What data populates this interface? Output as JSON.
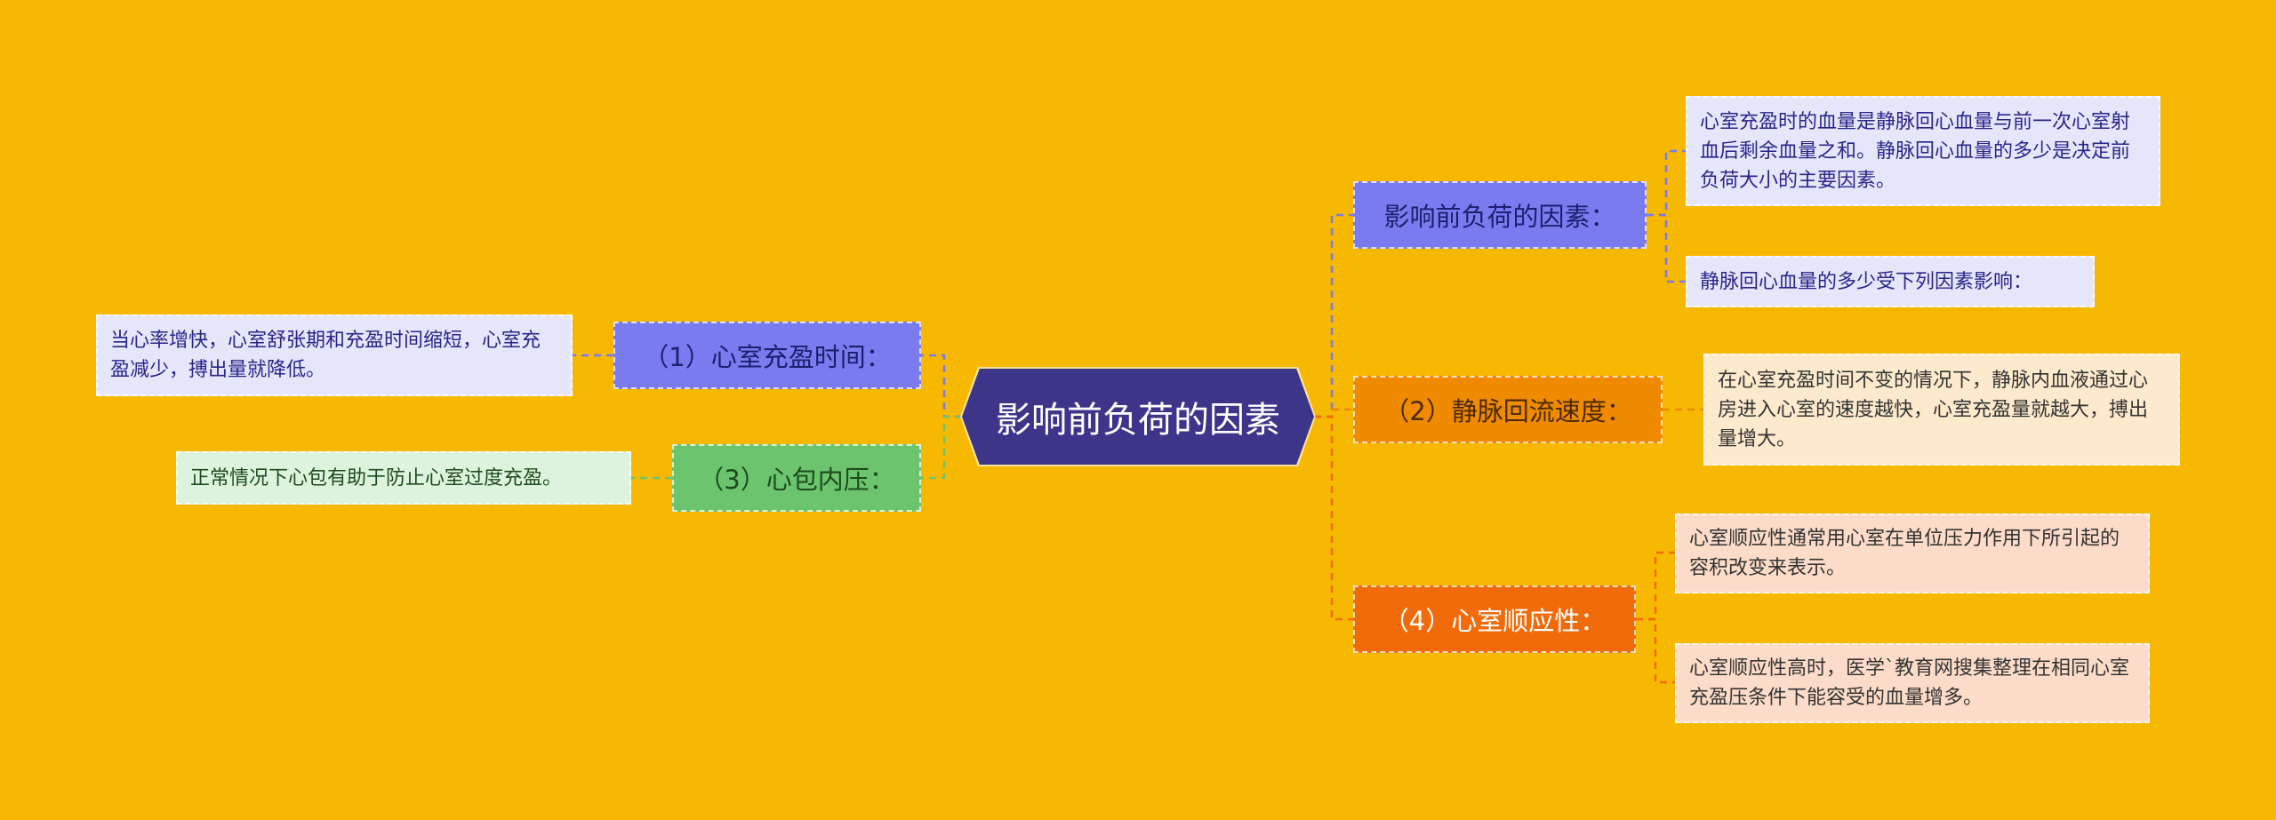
{
  "root": {
    "label": "影响前负荷的因素"
  },
  "branches": [
    {
      "label": "影响前负荷的因素：",
      "leaves": [
        "心室充盈时的血量是静脉回心血量与前一次心室射血后剩余血量之和。静脉回心血量的多少是决定前负荷大小的主要因素。",
        "静脉回心血量的多少受下列因素影响："
      ]
    },
    {
      "label": "（2）静脉回流速度：",
      "leaves": [
        "在心室充盈时间不变的情况下，静脉内血液通过心房进入心室的速度越快，心室充盈量就越大，搏出量增大。"
      ]
    },
    {
      "label": "（4）心室顺应性：",
      "leaves": [
        "心室顺应性通常用心室在单位压力作用下所引起的容积改变来表示。",
        "心室顺应性高时，医学`教育网搜集整理在相同心室充盈压条件下能容受的血量增多。"
      ]
    },
    {
      "label": "（1）心室充盈时间：",
      "leaves": [
        "当心率增快，心室舒张期和充盈时间缩短，心室充盈减少，搏出量就降低。"
      ]
    },
    {
      "label": "（3）心包内压：",
      "leaves": [
        "正常情况下心包有助于防止心室过度充盈。"
      ]
    }
  ],
  "colors": {
    "background": "#F6B800",
    "root": "#3D3589",
    "branch_periwinkle": "#7B7BF0",
    "branch_orange": "#F08A00",
    "branch_deep_orange": "#F26B0A",
    "branch_green": "#6CC46E",
    "leaf_lavender": "#E6E6FB",
    "leaf_peach": "#FDE9CC",
    "leaf_salmon": "#FCDCC8",
    "leaf_mint": "#DDF3DD"
  }
}
